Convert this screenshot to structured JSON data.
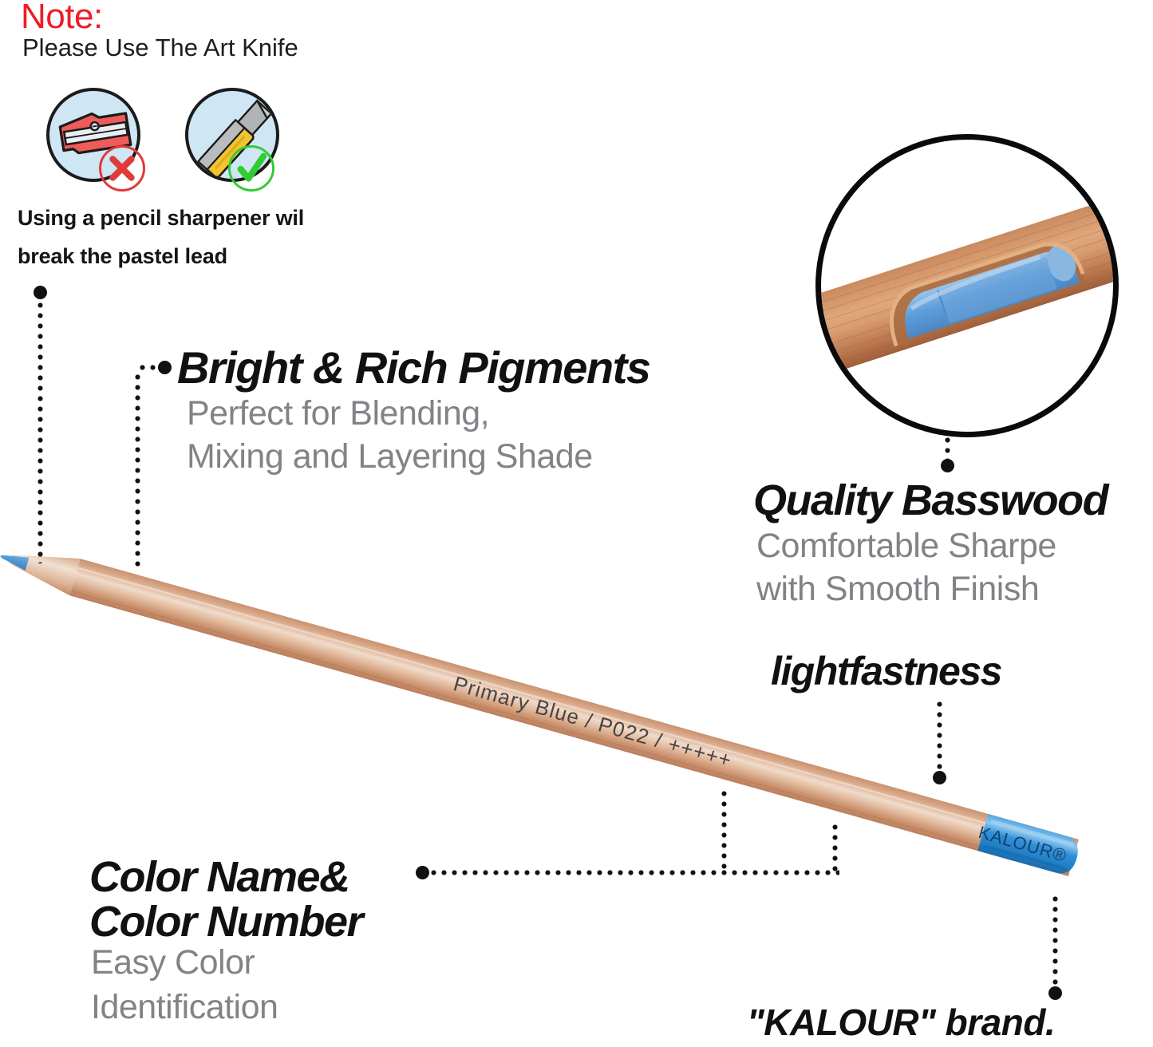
{
  "note": {
    "heading": "Note:",
    "subheading": "Please Use The Art Knife",
    "warning_line1": "Using a pencil sharpener wil",
    "warning_line2": "break the pastel lead",
    "icons": [
      {
        "name": "pencil-sharpener-icon",
        "mark": "cross",
        "allowed": false
      },
      {
        "name": "art-knife-icon",
        "mark": "check",
        "allowed": true
      }
    ]
  },
  "features": {
    "pigments": {
      "title": "Bright & Rich Pigments",
      "sub_line1": "Perfect for Blending,",
      "sub_line2": "Mixing and Layering Shade"
    },
    "basswood": {
      "title": "Quality Basswood",
      "sub_line1": "Comfortable Sharpe",
      "sub_line2": "with Smooth Finish"
    },
    "lightfastness": {
      "title": "lightfastness"
    },
    "color_id": {
      "title_line1": "Color Name&",
      "title_line2": "Color Number",
      "sub_line1": "Easy Color",
      "sub_line2": "Identification"
    },
    "brand": {
      "title": "\"KALOUR\" brand."
    }
  },
  "pencil": {
    "imprint": "Primary Blue  /  P022  /  +++++",
    "color_name": "Primary Blue",
    "color_number": "P022",
    "lightfast_rating": "+++++",
    "cap_brand": "KALOUR®",
    "lead_color": "#4e9ed6",
    "wood_color": "#d7a585",
    "cap_color": "#2f8fd8"
  },
  "colors": {
    "note_red": "#ee1c25",
    "body_text": "#111111",
    "sub_text": "#818387",
    "icon_circle_fill": "#cfe6f5",
    "cross_red": "#e03a3a",
    "check_green": "#32cc32",
    "sharpener_red": "#ef5b5b",
    "knife_yellow": "#f2c530",
    "knife_gray": "#b9bbbd"
  }
}
